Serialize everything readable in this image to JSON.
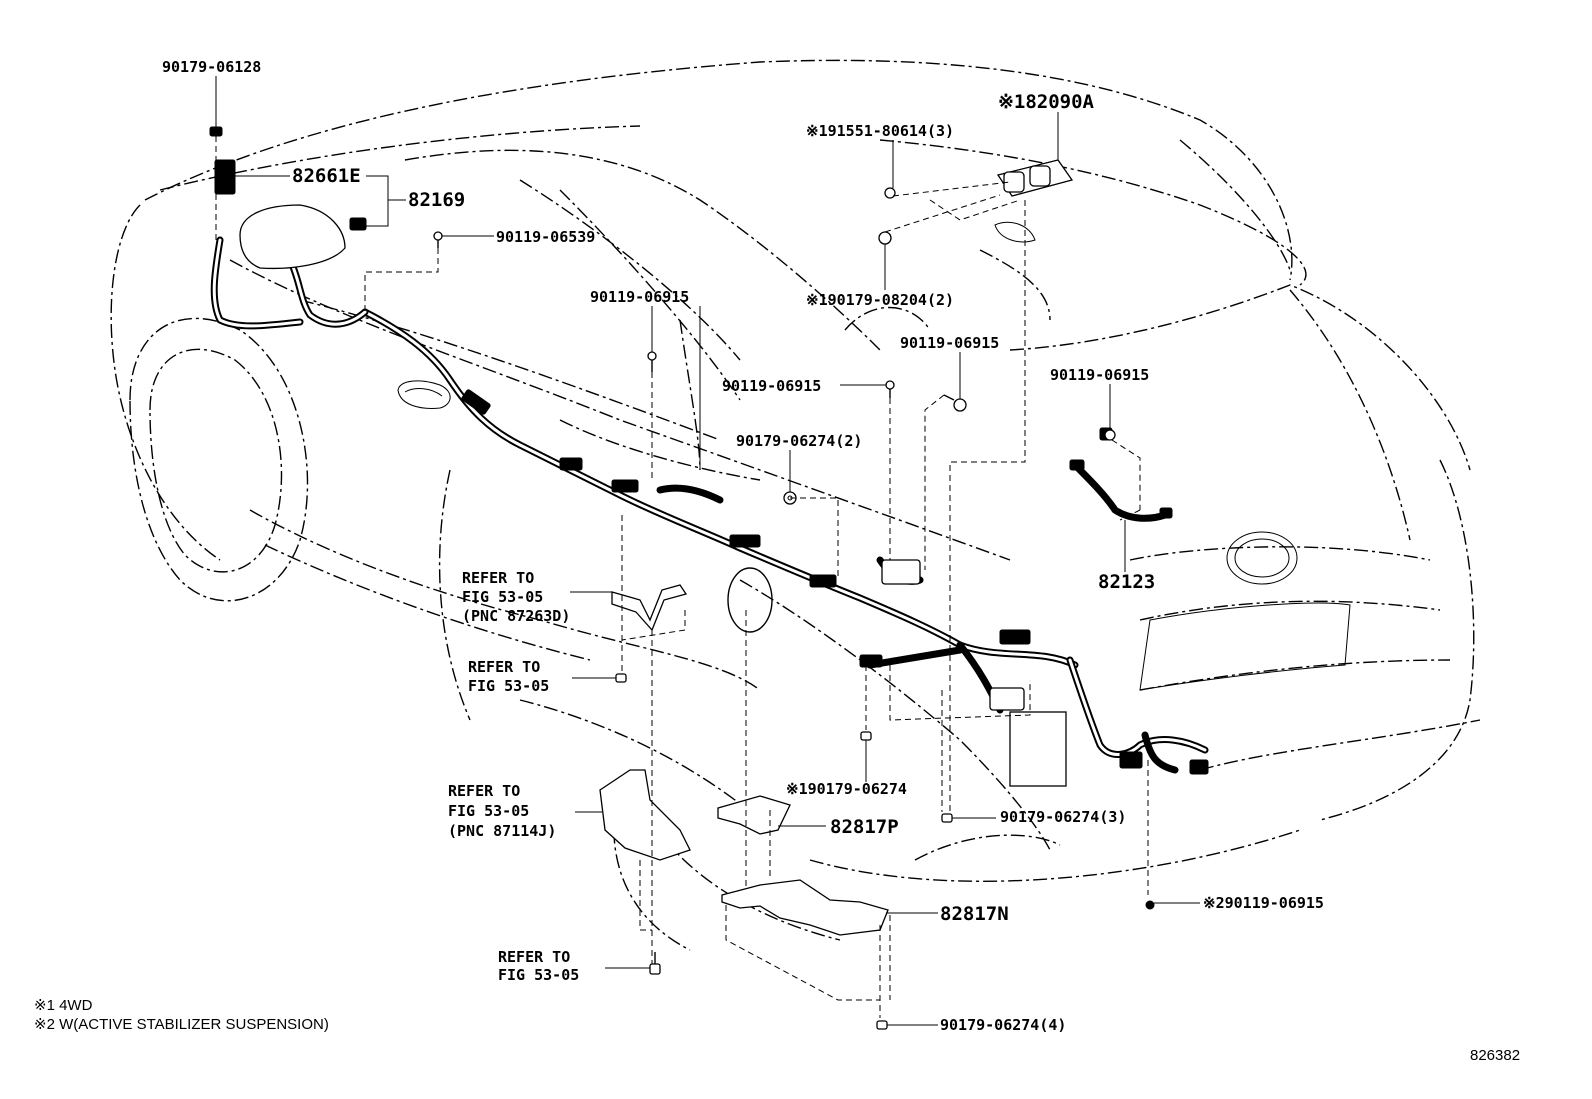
{
  "labels": {
    "p_90179_06128": "90179-06128",
    "p_82661e": "82661E",
    "p_82169": "82169",
    "p_90119_06539": "90119-06539",
    "p_182090a": "※182090A",
    "p_191551": "※191551-80614(3)",
    "p_190179_08204": "※190179-08204(2)",
    "p_90119_06915_a": "90119-06915",
    "p_90119_06915_b": "90119-06915",
    "p_90119_06915_c": "90119-06915",
    "p_90119_06915_d": "90119-06915",
    "p_90179_06274_2": "90179-06274(2)",
    "p_82123": "82123",
    "refer1_line1": "REFER TO",
    "refer1_line2": "FIG 53-05",
    "refer1_line3": "(PNC 87263D)",
    "refer2_line1": "REFER TO",
    "refer2_line2": "FIG 53-05",
    "refer3_line1": "REFER TO",
    "refer3_line2": "FIG 53-05",
    "refer3_line3": "(PNC 87114J)",
    "refer4_line1": "REFER TO",
    "refer4_line2": "FIG 53-05",
    "p_190179_06274": "※190179-06274",
    "p_82817p": "82817P",
    "p_90179_06274_3": "90179-06274(3)",
    "p_82817n": "82817N",
    "p_290119_06915": "※290119-06915",
    "p_90179_06274_4": "90179-06274(4)"
  },
  "notes": {
    "note1": "※1 4WD",
    "note2": "※2 W(ACTIVE STABILIZER SUSPENSION)"
  },
  "diagram_id": "826382"
}
